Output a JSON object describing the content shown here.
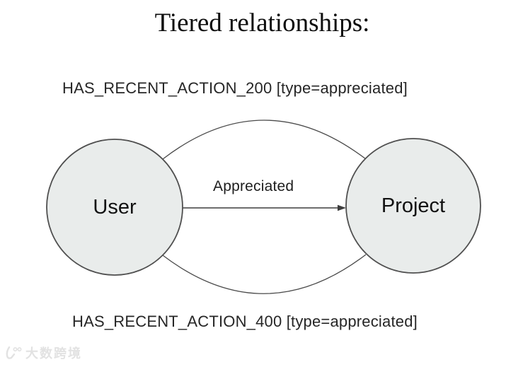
{
  "title": "Tiered relationships:",
  "diagram": {
    "top_edge_label": "HAS_RECENT_ACTION_200 [type=appreciated]",
    "middle_edge_label": "Appreciated",
    "bottom_edge_label": "HAS_RECENT_ACTION_400 [type=appreciated]",
    "nodes": [
      {
        "label": "User"
      },
      {
        "label": "Project"
      }
    ],
    "colors": {
      "node_fill": "#e9eceb",
      "node_stroke": "#4f4f4f",
      "edge_stroke": "#4a4a4a",
      "text": "#262626"
    }
  },
  "watermark": {
    "text": "大数跨境"
  }
}
